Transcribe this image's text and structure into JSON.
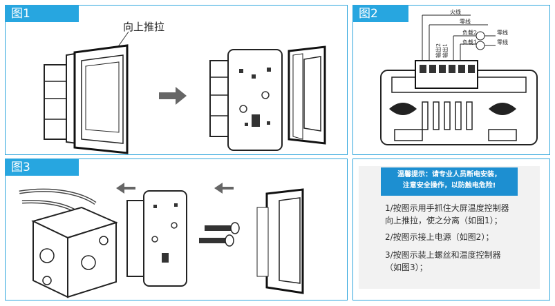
{
  "figure1": {
    "tag": "图1",
    "caption": "向上推拉"
  },
  "figure2": {
    "tag": "图2",
    "wires": {
      "live": "火线",
      "neutral1": "零线",
      "load2": "负载2",
      "neutral2": "零线",
      "load1": "负载1",
      "neutral3": "零线",
      "output2": "输出2",
      "output1": "输出1"
    }
  },
  "figure3": {
    "tag": "图3"
  },
  "instructions": {
    "warning_line1": "温馨提示：请专业人员断电安装，",
    "warning_line2": "注意安全操作，以防触电危险!",
    "step1_line1": "1/按图示用手抓住大屏温度控制器",
    "step1_line2": "向上推拉，使之分离（如图1）；",
    "step2": "2/按图示接上电源（如图2）；",
    "step3_line1": "3/按图示装上螺丝和温度控制器",
    "step3_line2": "（如图3）；"
  },
  "colors": {
    "accent": "#27a6e0",
    "warning_bg": "#1d8fd1",
    "panel_border": "#2aa4dc"
  }
}
